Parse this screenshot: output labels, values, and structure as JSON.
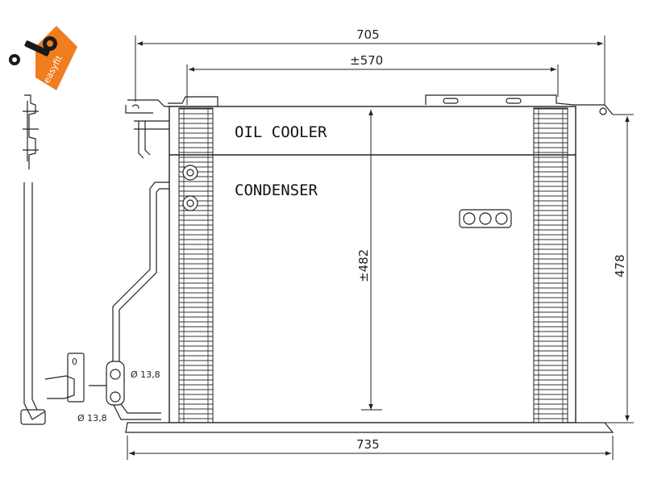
{
  "brand": {
    "logo_text": "easyfit",
    "logo_color": "#F07D1E",
    "wrench_color": "#1a1a1a"
  },
  "labels": {
    "oil_cooler": "OIL COOLER",
    "condenser": "CONDENSER"
  },
  "dimensions": {
    "overall_width": "705",
    "hole_spacing": "±570",
    "bottom_width": "735",
    "core_height": "±482",
    "overall_height": "478",
    "pipe_diameter_upper": "Ø 13,8",
    "pipe_diameter_lower": "Ø 13,8",
    "fitting_marker": "0"
  },
  "icons": [
    "wrench-icon",
    "fitting-icon"
  ]
}
